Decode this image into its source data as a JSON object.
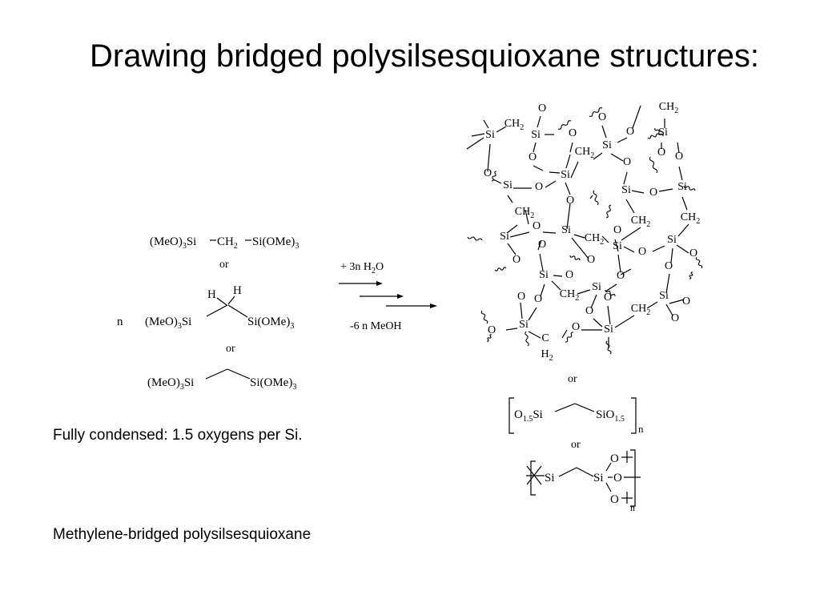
{
  "slide": {
    "title": "Drawing bridged polysilsesquioxane structures:",
    "notes": [
      "Fully condensed: 1.5 oxygens per Si.",
      "Methylene-bridged polysilsesquioxane"
    ]
  },
  "reactants": {
    "coefficient": "n",
    "or_label": "or",
    "formula_1": {
      "left": "(MeO)",
      "left_sub": "3",
      "left_tail": "Si",
      "bridge": "CH",
      "bridge_sub": "2",
      "right": "Si(OMe)",
      "right_sub": "3"
    },
    "formula_2": {
      "h_left": "H",
      "h_right": "H",
      "left": "(MeO)",
      "left_sub": "3",
      "left_tail": "Si",
      "right": "Si(OMe)",
      "right_sub": "3"
    },
    "formula_3": {
      "left": "(MeO)",
      "left_sub": "3",
      "left_tail": "Si",
      "right": "Si(OMe)",
      "right_sub": "3"
    }
  },
  "reaction": {
    "reagent_above": "+ 3n H",
    "reagent_above_sub": "2",
    "reagent_above_tail": "O",
    "reagent_below": "-6 n MeOH"
  },
  "network": {
    "si": "Si",
    "o": "O",
    "ch2": "CH",
    "ch2_sub": "2",
    "c": "C",
    "h2": "H",
    "h2_sub": "2"
  },
  "products": {
    "or_label": "or",
    "formula_1": {
      "left_o": "O",
      "left_o_sub": "1.5",
      "left_si": "Si",
      "right": "SiO",
      "right_sub": "1.5",
      "repeat": "n"
    },
    "formula_2": {
      "left_si": "Si",
      "right_si": "Si",
      "o": "O",
      "repeat": "n"
    }
  }
}
